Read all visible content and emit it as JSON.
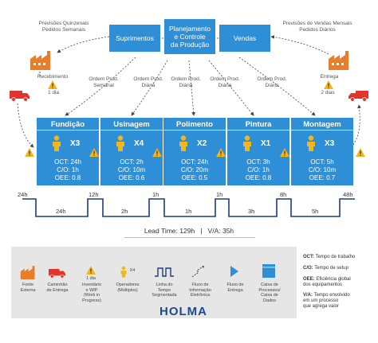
{
  "top": {
    "left_note": "Previsões Quinzenais\nPedidos Semanais",
    "right_note": "Previsões de Vendas Mensais\nPedidos Diários",
    "suprimentos": "Suprimentos",
    "planejamento": "Planejamento\ne Controle\nda Produção",
    "vendas": "Vendas"
  },
  "side": {
    "recebimento": "Recebimento",
    "recebimento_days": "1 dia",
    "entrega": "Entrega",
    "entrega_days": "2 dias"
  },
  "orders": [
    "Ordem Prod.\nSemanal",
    "Ordem Prod.\nDiária",
    "Ordem Prod.\nDiária",
    "Ordem Prod.\nDiária",
    "Ordem Prod.\nDiária"
  ],
  "processes": [
    {
      "name": "Fundição",
      "operators": "X3",
      "oct": "OCT: 24h",
      "co": "C/O: 1h",
      "oee": "OEE: 0.8"
    },
    {
      "name": "Usinagem",
      "operators": "X4",
      "oct": "OCT: 2h",
      "co": "C/O: 10m",
      "oee": "OEE: 0.6"
    },
    {
      "name": "Polimento",
      "operators": "X2",
      "oct": "OCT: 24h",
      "co": "C/O: 20m",
      "oee": "OEE: 0.5"
    },
    {
      "name": "Pintura",
      "operators": "X1",
      "oct": "OCT: 3h",
      "co": "C/O: 1h",
      "oee": "OEE: 0.8"
    },
    {
      "name": "Montagem",
      "operators": "X3",
      "oct": "OCT: 5h",
      "co": "C/O: 10m",
      "oee": "OEE: 0.7"
    }
  ],
  "timeline": {
    "top": [
      "24h",
      "12h",
      "1h",
      "1h",
      "8h",
      "48h"
    ],
    "bottom": [
      "24h",
      "2h",
      "1h",
      "3h",
      "5h"
    ]
  },
  "lead_time": "Lead Time: 129h   |   V/A: 35h",
  "legend": {
    "fonte": "Fonte\nExterna",
    "caminhao": "Caminhão\nde Entrega",
    "inventario_days": "1 dia",
    "inventario": "Inventário\ne WIP\n(Work in\nProgress)",
    "operadores_mult": "X4",
    "operadores": "Operadores\n(Múltiplos)",
    "linha": "Linha do\nTempo\nSegmentada",
    "fluxo_info": "Fluxo de\nInformação\nEletrônica",
    "fluxo_entrega": "Fluxo de\nEntrega",
    "caixa": "Caixa de\nProcessos/\nCaixa de\nDados",
    "brand": "HOLMA",
    "oct_key": "OCT:",
    "oct_desc": "Tempo de trabalho",
    "co_key": "C/O:",
    "co_desc": "Tempo de setup",
    "oee_key": "OEE:",
    "oee_desc": "Eficiência global\ndos equipamentos",
    "va_key": "V/A:",
    "va_desc": "Tempo envolvido\nem um processo\nque agrega valor"
  },
  "colors": {
    "blue": "#2f8fd6",
    "timeline_navy": "#1f3b78",
    "factory_orange": "#e87d2c",
    "truck_red": "#e0342c",
    "warning_yellow": "#f3b51d",
    "legend_bg": "#e6e6e6"
  }
}
